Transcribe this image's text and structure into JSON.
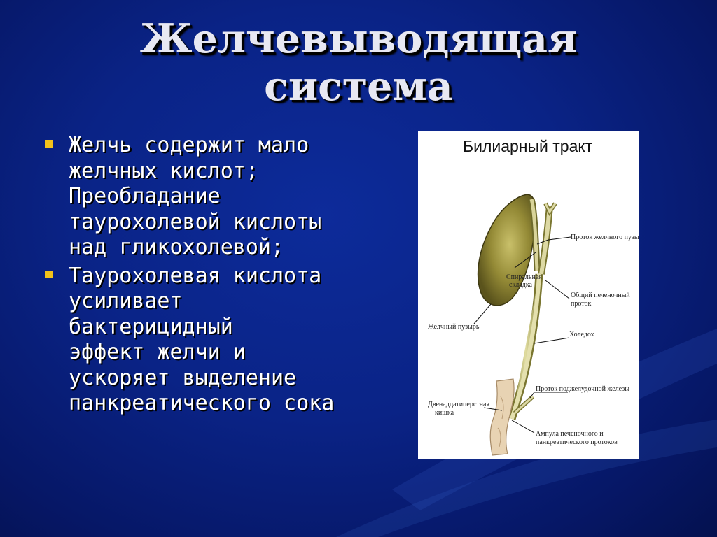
{
  "slide": {
    "title_lines": [
      "Желчевыводящая",
      "система"
    ],
    "bullets": [
      {
        "lines": [
          "Желчь содержит мало",
          "желчных кислот;",
          "Преобладание",
          "таурохолевой кислоты",
          "над гликохолевой;"
        ]
      },
      {
        "lines": [
          "Таурохолевая кислота",
          "усиливает",
          "бактерицидный",
          "эффект желчи и",
          "ускоряет выделение",
          "панкреатического сока"
        ]
      }
    ],
    "bullet_color": "#f2c21b"
  },
  "figure": {
    "title": "Билиарный тракт",
    "labels": {
      "cystic_duct": "Проток желчного пузыря",
      "spiral_fold_1": "Спиральная",
      "spiral_fold_2": "складка",
      "common_hepatic_1": "Общий печеночный",
      "common_hepatic_2": "проток",
      "gallbladder": "Желчный пузырь",
      "choledochus": "Холедох",
      "pancreatic_duct": "Проток поджелудочной железы",
      "duodenum_1": "Двенадцатиперстная",
      "duodenum_2": "кишка",
      "ampulla_1": "Ампула печеночного и",
      "ampulla_2": "панкреатического протоков"
    }
  }
}
